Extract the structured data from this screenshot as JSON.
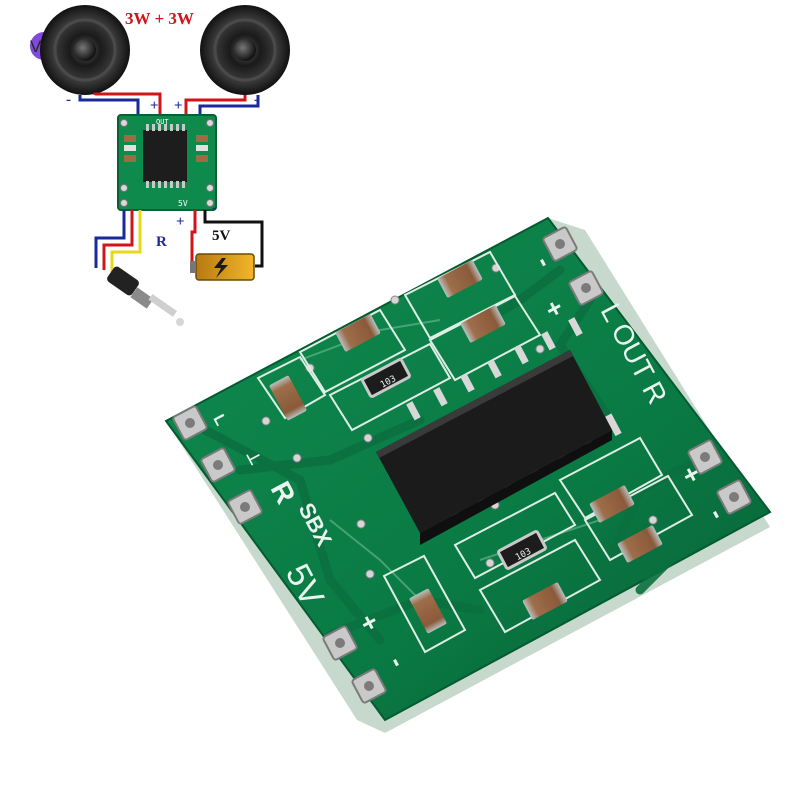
{
  "brand": {
    "mark": "Ves"
  },
  "diagram": {
    "speaker_power": "3W + 3W",
    "left_speaker": {
      "minus": "-",
      "plus": "+"
    },
    "right_speaker": {
      "plus": "+",
      "minus": "-"
    },
    "module_label": "OUT",
    "supply_label": "5V",
    "supply_plus": "+",
    "supply_minus": "-",
    "channel_label": "R",
    "battery_label": "5V",
    "module_silk": {
      "v5": "5V"
    }
  },
  "board": {
    "left_header_label": "L",
    "ground_label": "⊥",
    "right_in_label": "R",
    "brand_silk": "SBX",
    "voltage_silk": "5V",
    "plus_silk": "+",
    "minus_silk": "-",
    "out_label": "L OUT R",
    "out_minus_top": "-",
    "out_plus_top": "+",
    "out_plus_bottom": "+",
    "out_minus_bottom": "-",
    "resistor_code_1": "103",
    "resistor_code_2": "103"
  }
}
